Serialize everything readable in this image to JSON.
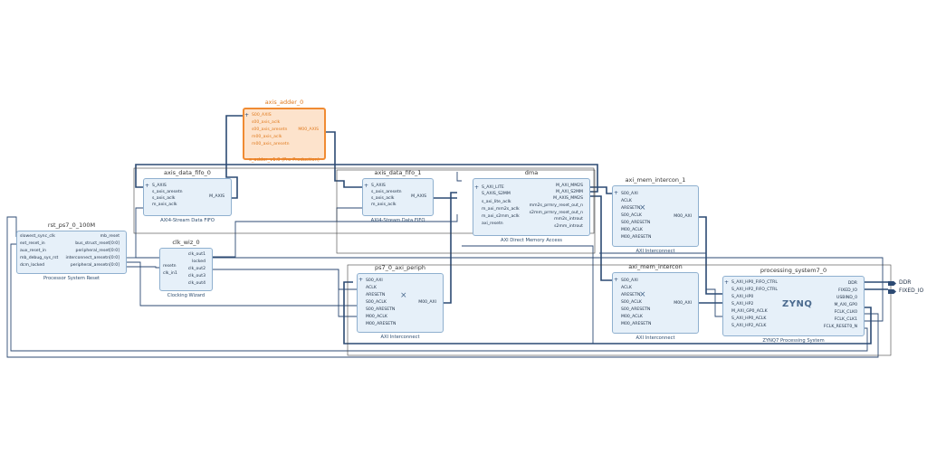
{
  "blocks": {
    "axis_adder": {
      "name": "axis_adder_0",
      "subtitle": "s_adder_v1.0 (Pre-Production)",
      "inputs": [
        "S00_AXIS",
        "s00_axis_aclk",
        "s00_axis_aresetn",
        "m00_axis_aclk",
        "m00_axis_aresetn"
      ],
      "outputs": [
        "M00_AXIS"
      ]
    },
    "fifo0": {
      "name": "axis_data_fifo_0",
      "subtitle": "AXI4-Stream Data FIFO",
      "inputs": [
        "S_AXIS",
        "s_axis_aresetn",
        "s_axis_aclk",
        "m_axis_aclk"
      ],
      "outputs": [
        "M_AXIS"
      ]
    },
    "fifo1": {
      "name": "axis_data_fifo_1",
      "subtitle": "AXI4-Stream Data FIFO",
      "inputs": [
        "S_AXIS",
        "s_axis_aresetn",
        "s_axis_aclk",
        "m_axis_aclk"
      ],
      "outputs": [
        "M_AXIS"
      ]
    },
    "dma": {
      "name": "dma",
      "subtitle": "AXI Direct Memory Access",
      "inputs": [
        "S_AXI_LITE",
        "S_AXIS_S2MM",
        "s_axi_lite_aclk",
        "m_axi_mm2s_aclk",
        "m_axi_s2mm_aclk",
        "axi_resetn"
      ],
      "outputs": [
        "M_AXI_MM2S",
        "M_AXI_S2MM",
        "M_AXIS_MM2S",
        "mm2s_prmry_reset_out_n",
        "s2mm_prmry_reset_out_n",
        "mm2s_introut",
        "s2mm_introut"
      ]
    },
    "mem1": {
      "name": "axi_mem_intercon_1",
      "subtitle": "AXI Interconnect",
      "inputs": [
        "S00_AXI",
        "ACLK",
        "ARESETN",
        "S00_ACLK",
        "S00_ARESETN",
        "M00_ACLK",
        "M00_ARESETN"
      ],
      "outputs": [
        "M00_AXI"
      ]
    },
    "mem0": {
      "name": "axi_mem_intercon",
      "subtitle": "AXI Interconnect",
      "inputs": [
        "S00_AXI",
        "ACLK",
        "ARESETN",
        "S00_ACLK",
        "S00_ARESETN",
        "M00_ACLK",
        "M00_ARESETN"
      ],
      "outputs": [
        "M00_AXI"
      ]
    },
    "periph": {
      "name": "ps7_0_axi_periph",
      "subtitle": "AXI Interconnect",
      "inputs": [
        "S00_AXI",
        "ACLK",
        "ARESETN",
        "S00_ACLK",
        "S00_ARESETN",
        "M00_ACLK",
        "M00_ARESETN"
      ],
      "outputs": [
        "M00_AXI"
      ]
    },
    "rst": {
      "name": "rst_ps7_0_100M",
      "subtitle": "Processor System Reset",
      "inputs": [
        "slowest_sync_clk",
        "ext_reset_in",
        "aux_reset_in",
        "mb_debug_sys_rst",
        "dcm_locked"
      ],
      "outputs": [
        "mb_reset",
        "bus_struct_reset[0:0]",
        "peripheral_reset[0:0]",
        "interconnect_aresetn[0:0]",
        "peripheral_aresetn[0:0]"
      ]
    },
    "clk": {
      "name": "clk_wiz_0",
      "subtitle": "Clocking Wizard",
      "inputs": [
        "resetn",
        "clk_in1"
      ],
      "outputs": [
        "clk_out1",
        "locked",
        "clk_out2",
        "clk_out3",
        "clk_out4"
      ]
    },
    "ps": {
      "name": "processing_system7_0",
      "subtitle": "ZYNQ7 Processing System",
      "logo": "ZYNQ",
      "inputs": [
        "S_AXI_HP0_FIFO_CTRL",
        "S_AXI_HP2_FIFO_CTRL",
        "S_AXI_HP0",
        "S_AXI_HP2",
        "M_AXI_GP0_ACLK",
        "S_AXI_HP0_ACLK",
        "S_AXI_HP2_ACLK"
      ],
      "outputs": [
        "DDR",
        "FIXED_IO",
        "USBIND_0",
        "M_AXI_GP0",
        "FCLK_CLK0",
        "FCLK_CLK1",
        "FCLK_RESET0_N"
      ]
    }
  },
  "external_ports": [
    "DDR",
    "FIXED_IO"
  ],
  "colors": {
    "wire": "#2c4a73",
    "block_fill": "#e6f0f9",
    "block_border": "#8fb0cf",
    "highlight": "#f08b33"
  }
}
